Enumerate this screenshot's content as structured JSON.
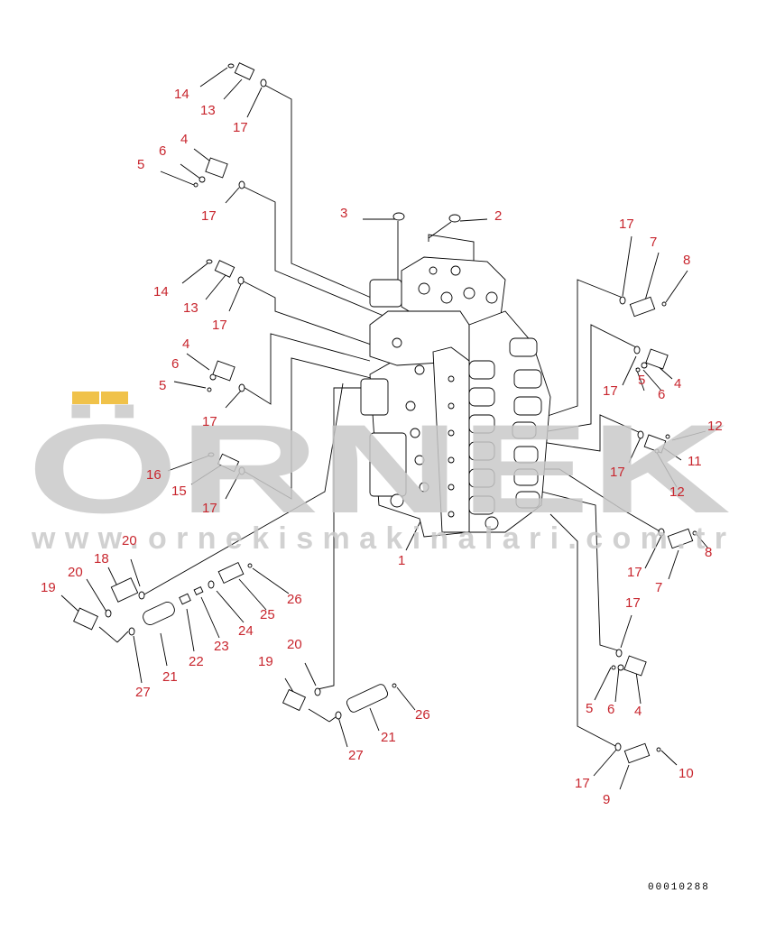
{
  "watermark": {
    "brand": "ÖRNEK",
    "url": "www.ornekismakinalari.com.tr"
  },
  "drawing_number": "00010288",
  "callouts": [
    "14",
    "13",
    "17",
    "4",
    "6",
    "5",
    "17",
    "3",
    "2",
    "14",
    "13",
    "17",
    "4",
    "6",
    "5",
    "17",
    "16",
    "15",
    "17",
    "20",
    "18",
    "20",
    "19",
    "27",
    "21",
    "22",
    "23",
    "24",
    "25",
    "26",
    "20",
    "19",
    "27",
    "21",
    "26",
    "1",
    "17",
    "7",
    "8",
    "17",
    "4",
    "6",
    "5",
    "17",
    "12",
    "11",
    "12",
    "17",
    "7",
    "8",
    "17",
    "5",
    "6",
    "4",
    "17",
    "9",
    "10"
  ],
  "colors": {
    "callout": "#c8262e",
    "line": "#000000",
    "watermark": "#c9c9c9",
    "watermark_accent": "#f0c24a"
  }
}
